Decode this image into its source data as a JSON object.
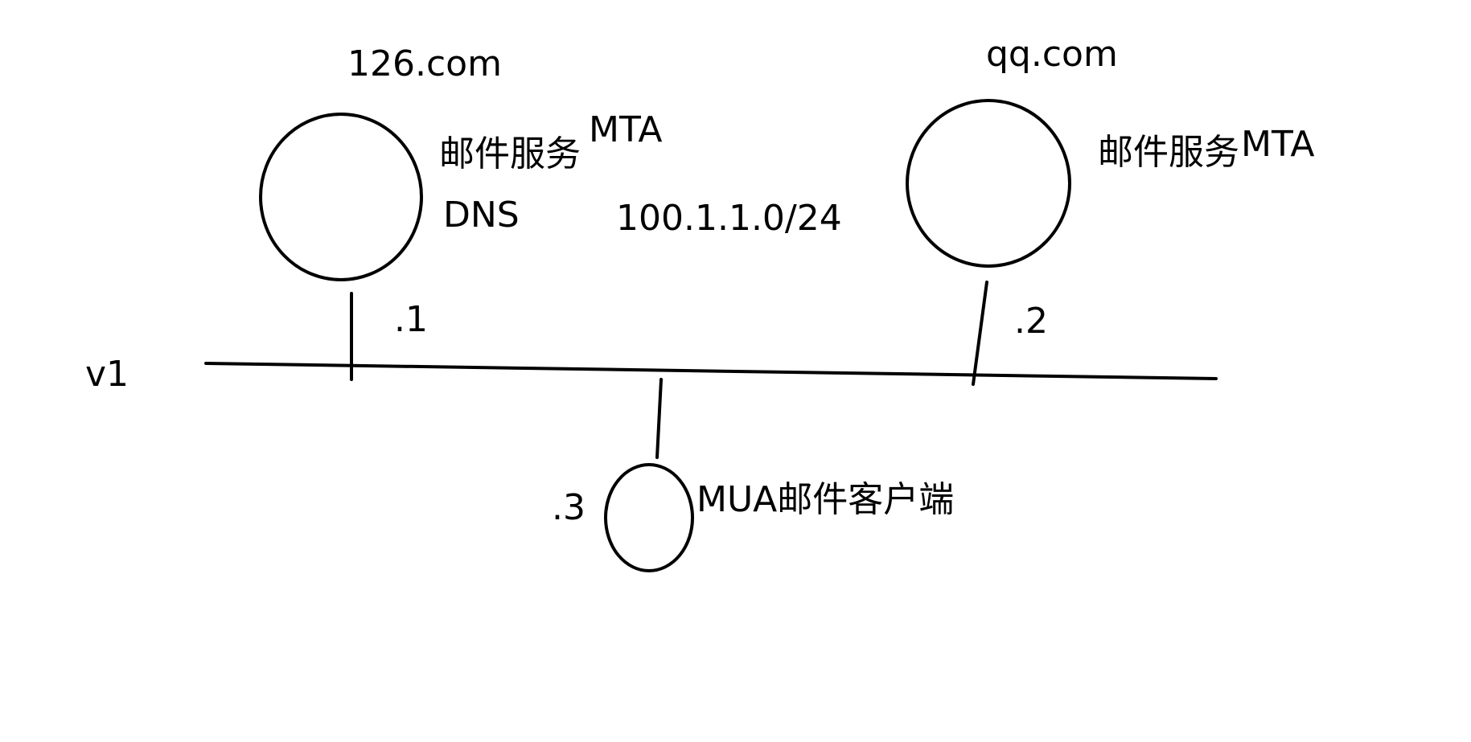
{
  "nodes": {
    "server_126": {
      "domain": "126.com",
      "role_label": "邮件服务",
      "mta_label": "MTA",
      "dns_label": "DNS",
      "ip_suffix": ".1"
    },
    "server_qq": {
      "domain": "qq.com",
      "role_label": "邮件服务",
      "mta_label": "MTA",
      "ip_suffix": ".2"
    },
    "client": {
      "label": "MUA邮件客户端",
      "ip_suffix": ".3"
    }
  },
  "network": {
    "subnet": "100.1.1.0/24",
    "name": "v1"
  },
  "colors": {
    "stroke": "#000000",
    "background": "#ffffff"
  }
}
